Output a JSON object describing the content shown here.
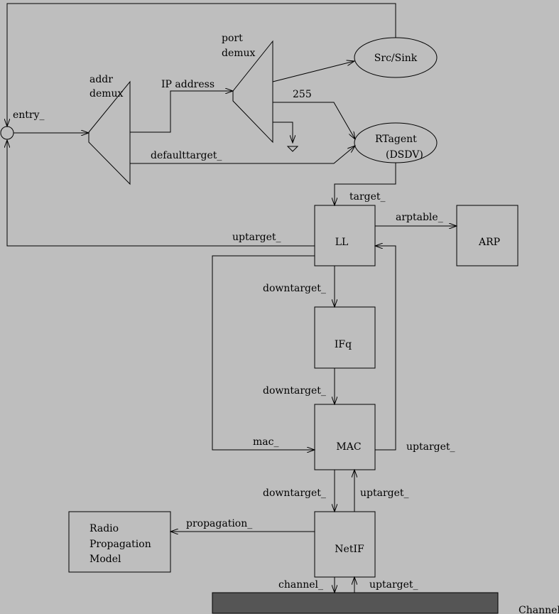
{
  "nodes": {
    "entry": "entry_",
    "addr_demux": [
      "addr",
      "demux"
    ],
    "port_demux": [
      "port",
      "demux"
    ],
    "src_sink": "Src/Sink",
    "rtagent": [
      "RTagent",
      "(DSDV)"
    ],
    "ll": "LL",
    "arp": "ARP",
    "ifq": "IFq",
    "mac": "MAC",
    "netif": "NetIF",
    "radio": [
      "Radio",
      "Propagation",
      "Model"
    ],
    "channel": "Channel"
  },
  "edges": {
    "ip_address": "IP address",
    "port_255": "255",
    "defaulttarget": "defaulttarget_",
    "target": "target_",
    "arptable": "arptable_",
    "ll_uptarget": "uptarget_",
    "ll_downtarget": "downtarget_",
    "ifq_downtarget": "downtarget_",
    "mac": "mac_",
    "mac_uptarget": "uptarget_",
    "mac_downtarget": "downtarget_",
    "netif_uptarget": "uptarget_",
    "propagation": "propagation_",
    "channel": "channel_",
    "channel_uptarget": "uptarget_"
  }
}
